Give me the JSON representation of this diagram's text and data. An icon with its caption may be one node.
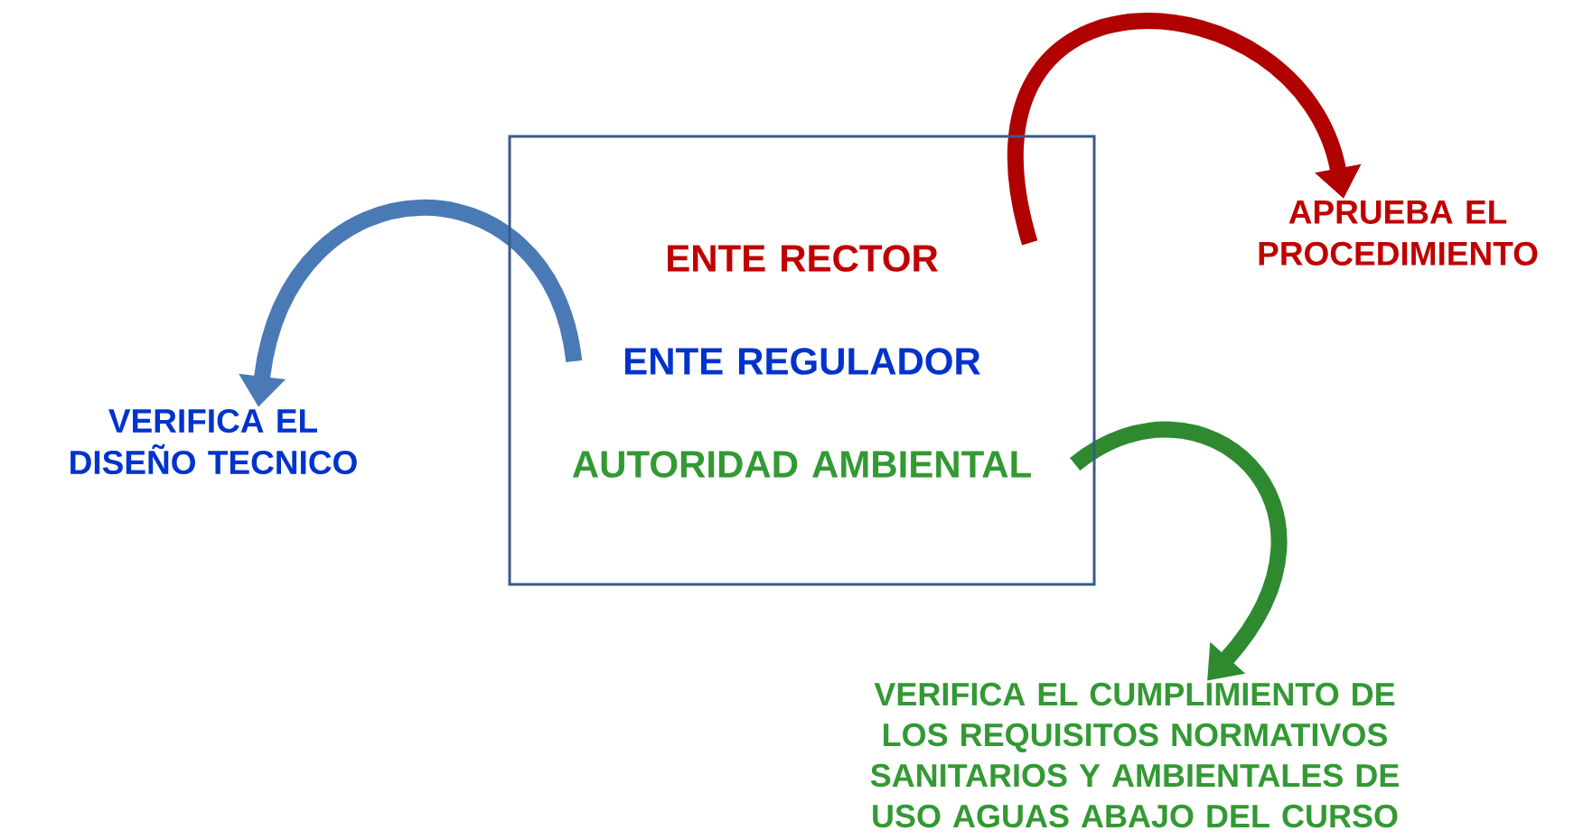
{
  "diagram": {
    "nodes": [
      {
        "text": [],
        "shape": "box"
      },
      {
        "text": [
          "ENTE RECTOR"
        ],
        "in": 0
      },
      {
        "text": [
          "ENTE REGULADOR"
        ],
        "in": 0
      },
      {
        "text": [
          "AUTORIDAD AMBIENTAL"
        ],
        "in": 0
      },
      {
        "text": [
          "APRUEBA EL PROCEDIMIENTO"
        ]
      },
      {
        "text": [
          "VERIFICA EL DISEÑO TECNICO"
        ]
      },
      {
        "text": [
          "VERIFICA EL CUMPLIMIENTO DE LOS REQUISITOS  NORMATIVOS SANITARIOS Y AMBIENTALES DE USO AGUAS ABAJO DEL CURSO"
        ]
      }
    ],
    "edges": [
      {
        "from": 1,
        "to": 4,
        "arrow": "to",
        "color": "#b00000"
      },
      {
        "from": 2,
        "to": 5,
        "arrow": "to",
        "color": "#4a7ab5"
      },
      {
        "from": 3,
        "to": 6,
        "arrow": "to",
        "color": "#2f8a2f"
      }
    ]
  }
}
